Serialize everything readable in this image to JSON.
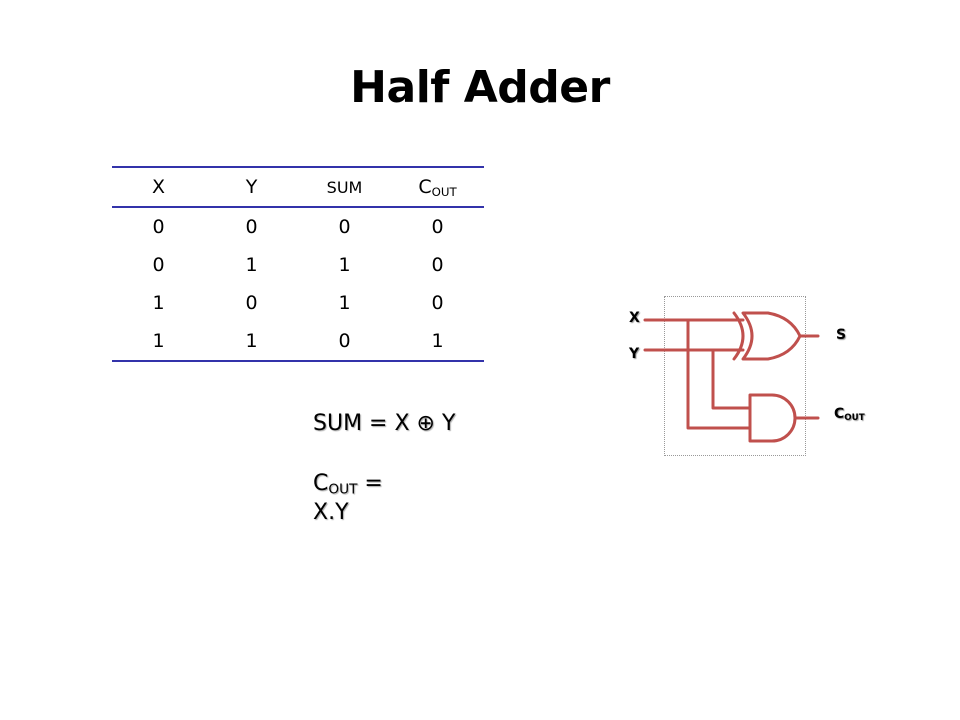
{
  "title": "Half Adder",
  "table": {
    "headers": {
      "x": "X",
      "y": "Y",
      "sum": "SUM",
      "cout_main": "C",
      "cout_sub": "OUT"
    },
    "rows": [
      [
        "0",
        "0",
        "0",
        "0"
      ],
      [
        "0",
        "1",
        "1",
        "0"
      ],
      [
        "1",
        "0",
        "1",
        "0"
      ],
      [
        "1",
        "1",
        "0",
        "1"
      ]
    ]
  },
  "equations": {
    "sum_left": "SUM = X",
    "xor_symbol": "⊕",
    "sum_right": "Y",
    "cout_main": "C",
    "cout_sub": "OUT",
    "cout_eq": " =",
    "cout_rhs": "X.Y"
  },
  "circuit": {
    "input_x": "X",
    "input_y": "Y",
    "output_s": "S",
    "output_c_main": "C",
    "output_c_sub": "OUT",
    "wire_color": "#c0504d"
  }
}
